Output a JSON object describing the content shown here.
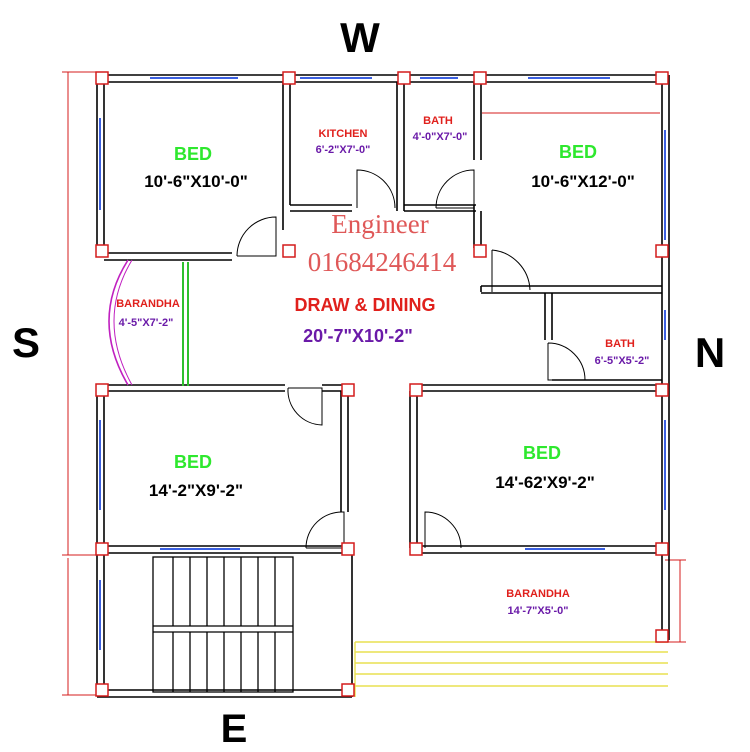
{
  "compass": {
    "north": "N",
    "south": "S",
    "east": "E",
    "west": "W"
  },
  "watermark": {
    "line1": "Engineer",
    "line2": "01684246414"
  },
  "rooms": {
    "bed_nw": {
      "label": "BED",
      "size": "10'-6\"X10'-0\""
    },
    "kitchen": {
      "label": "KITCHEN",
      "size": "6'-2\"X7'-0\""
    },
    "bath_top": {
      "label": "BATH",
      "size": "4'-0\"X7'-0\""
    },
    "bed_nne": {
      "label": "BED",
      "size": "10'-6\"X12'-0\""
    },
    "barandha_w": {
      "label": "BARANDHA",
      "size": "4'-5\"X7'-2\""
    },
    "draw_dining": {
      "label": "DRAW & DINING",
      "size": "20'-7\"X10'-2\""
    },
    "bath_right": {
      "label": "BATH",
      "size": "6'-5\"X5'-2\""
    },
    "bed_sw": {
      "label": "BED",
      "size": "14'-2\"X9'-2\""
    },
    "bed_se": {
      "label": "BED",
      "size": "14'-62'X9'-2\""
    },
    "barandha_s": {
      "label": "BARANDHA",
      "size": "14'-7\"X5'-0\""
    }
  },
  "colors": {
    "bed_label": "#2ee82e",
    "room_name": "#e0201c",
    "dimension_purple": "#6a1aa8",
    "dimension_black": "#000000",
    "column": "#d41c1c",
    "window": "#3b5fe0",
    "wall": "#000000",
    "stair_landing": "#e8e050",
    "watermark": "#d42020"
  }
}
